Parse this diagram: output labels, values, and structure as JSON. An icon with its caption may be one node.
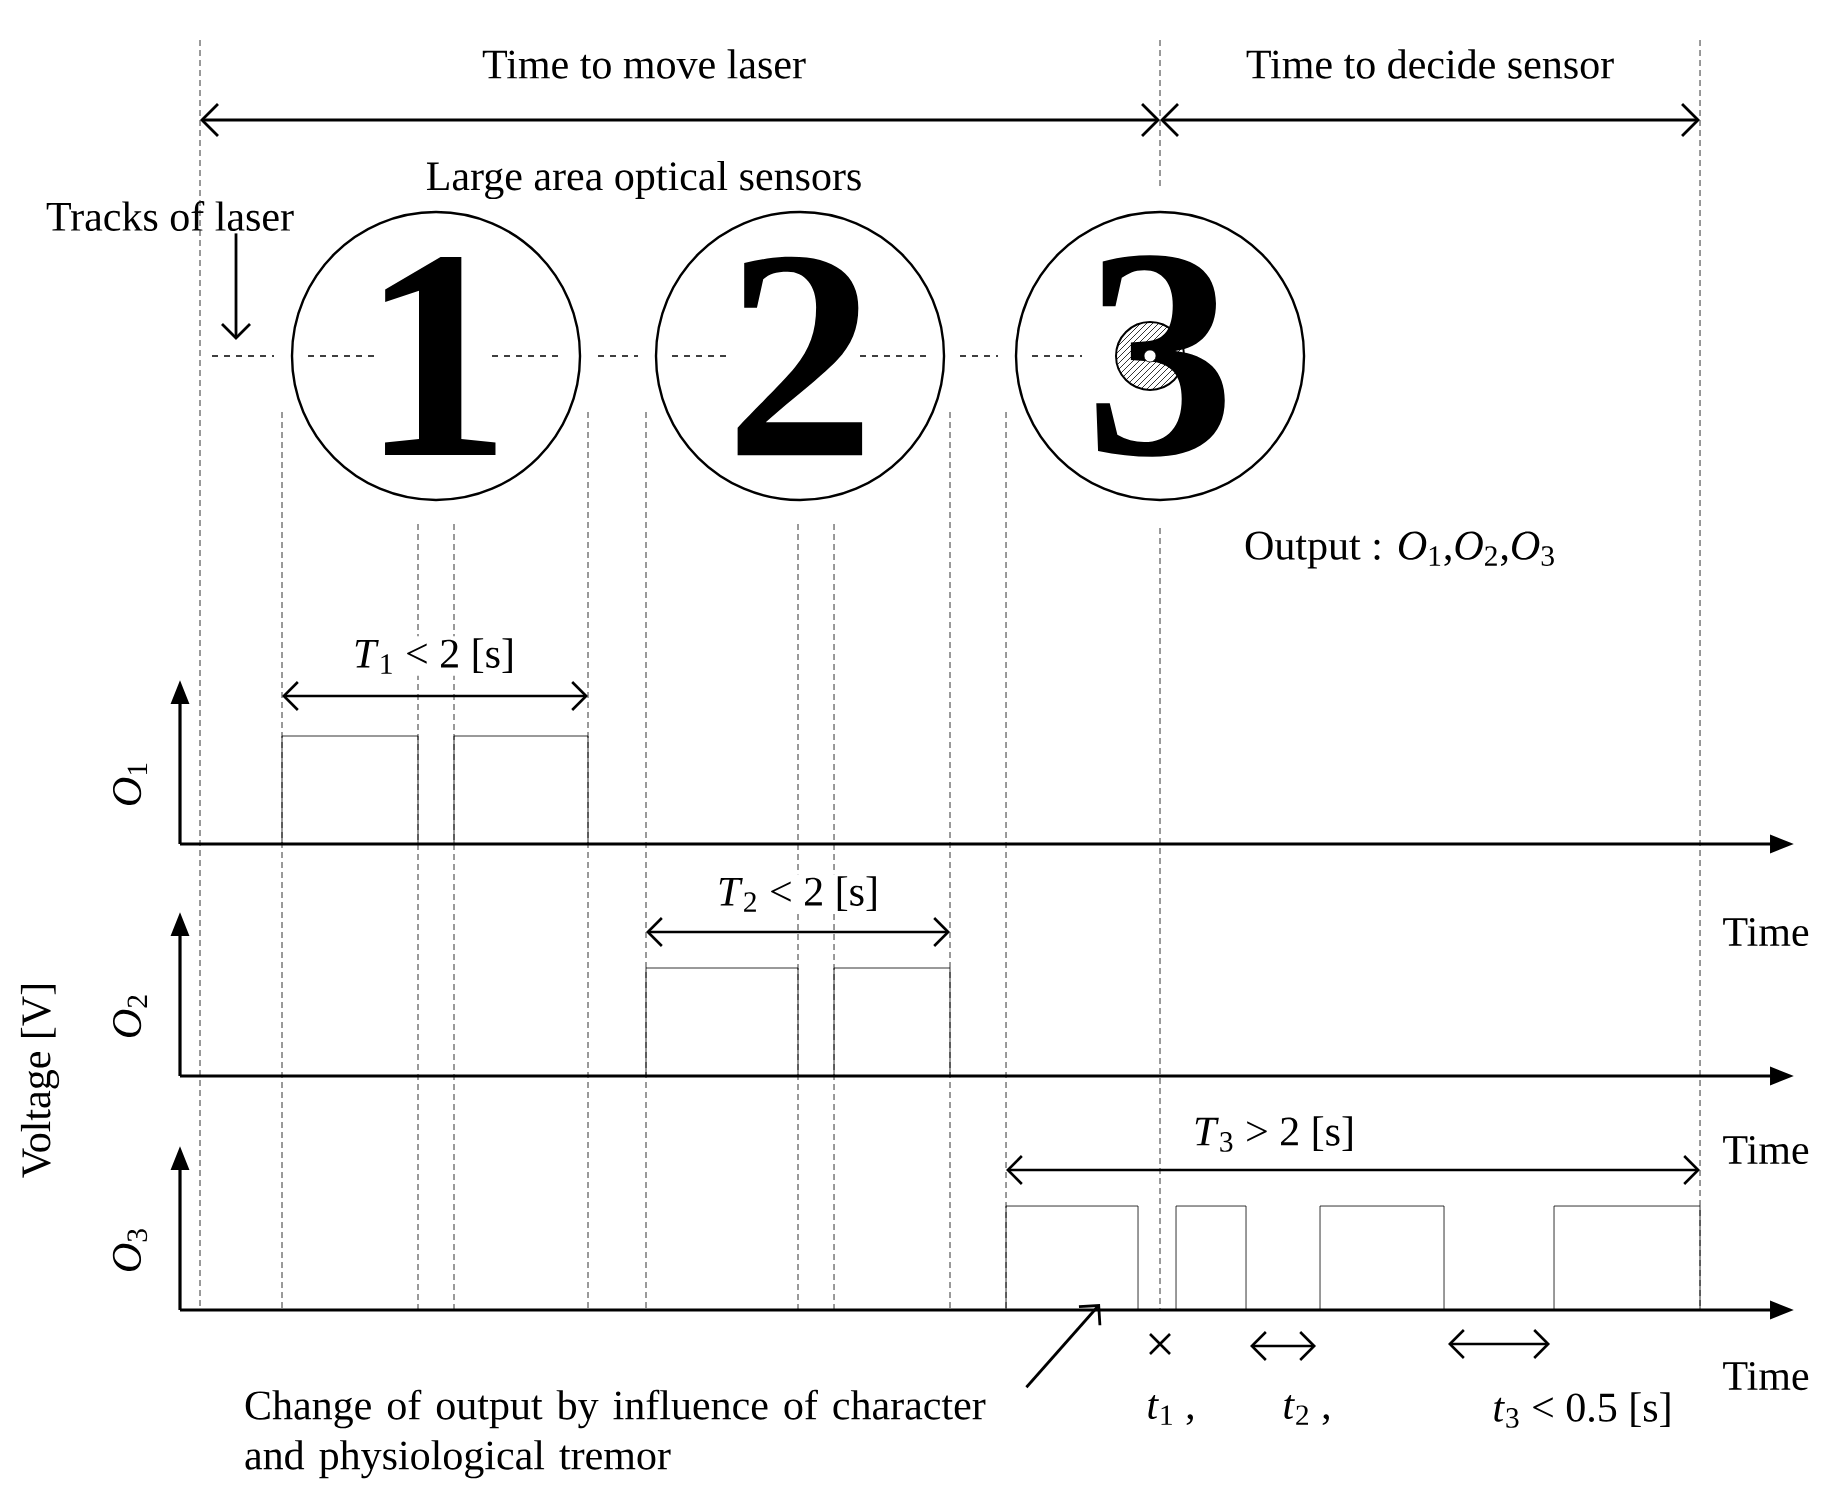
{
  "diagram": {
    "nodes": [
      {
        "text": [
          "1"
        ]
      },
      {
        "text": [
          "2"
        ]
      },
      {
        "text": [
          "3"
        ]
      },
      {
        "text": [
          "Tracks of laser"
        ]
      },
      {
        "text": [
          "Change of output by influence of character and physiological tremor"
        ]
      }
    ],
    "edges": [
      {
        "from": 3,
        "to": null,
        "arrow": "to"
      },
      {
        "from": 4,
        "to": null,
        "arrow": "to"
      }
    ],
    "labels": [
      "Time to move laser",
      "Time to decide sensor",
      "Large area optical sensors",
      "Output : *O*$_{1}$,*O*$_{2}$,*O*$_{3}$",
      "*T*$_{1}$ < 2 [s]",
      "*O*$_{1}$",
      "Voltage [V]",
      "Time",
      "*T*$_{2}$ < 2 [s]",
      "*O*$_{2}$",
      "Time",
      "*T*$_{3}$ > 2 [s]",
      "*O*$_{3}$",
      "*t*$_{1}$ ,",
      "*t*$_{2}$ ,",
      "*t*$_{3}$ < 0.5 [s]",
      "Time"
    ]
  }
}
